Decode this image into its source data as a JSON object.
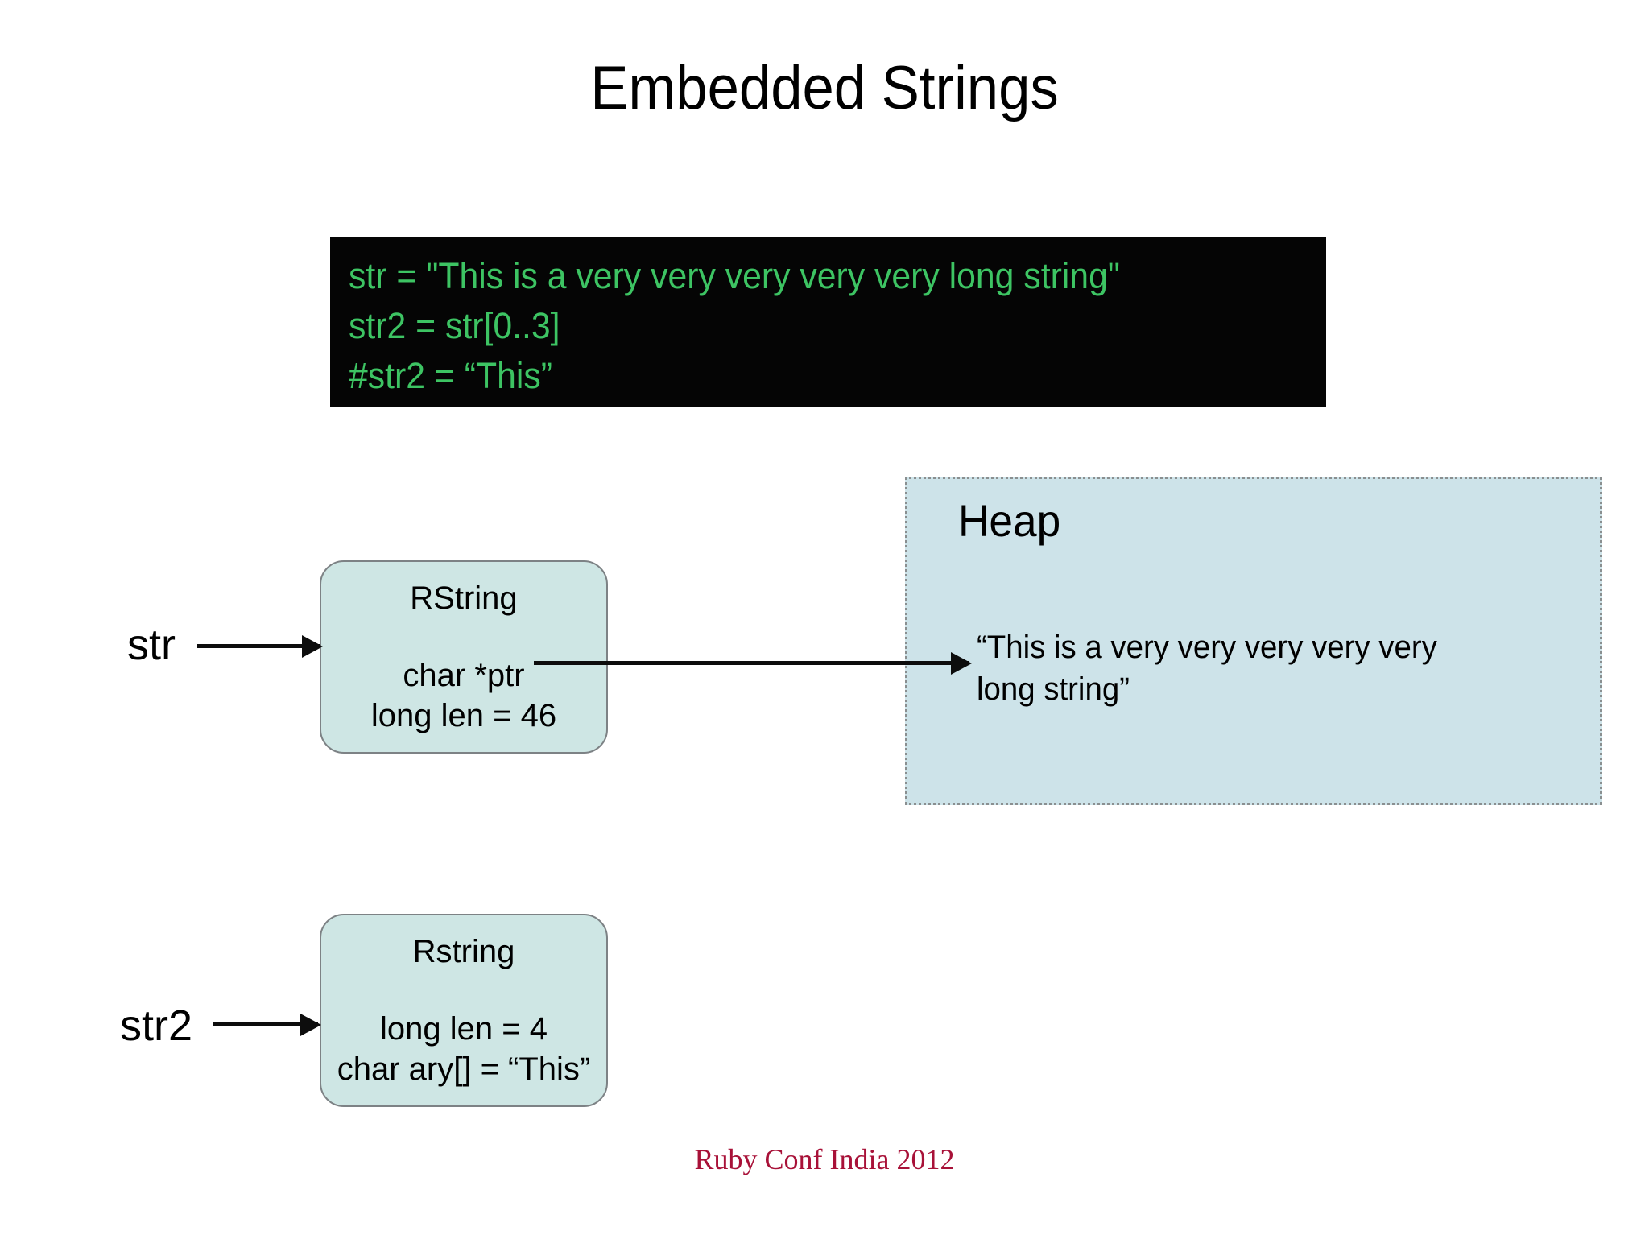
{
  "slide": {
    "title": "Embedded Strings",
    "footer": "Ruby Conf India 2012",
    "background_color": "#ffffff",
    "title_color": "#000000",
    "footer_color": "#a81138"
  },
  "code_block": {
    "background_color": "#050505",
    "text_color": "#3dc463",
    "lines": [
      "str = \"This is a very very very very very long string\"",
      "str2 = str[0..3]",
      "#str2 = “This”"
    ]
  },
  "heap": {
    "label": "Heap",
    "string_value": "“This is a very very very very very long string”",
    "fill_color": "#cde3e9",
    "border_color": "#8a8f90",
    "border_style": "dotted"
  },
  "objects": [
    {
      "id": "rstring-1",
      "title": "RString",
      "fields": [
        "char *ptr",
        "long len = 46"
      ],
      "fill_color": "#cee6e4",
      "border_color": "#7d8285"
    },
    {
      "id": "rstring-2",
      "title": "Rstring",
      "fields": [
        "long len = 4",
        "char ary[] = “This”"
      ],
      "fill_color": "#cee6e4",
      "border_color": "#7d8285"
    }
  ],
  "variables": [
    {
      "name": "str"
    },
    {
      "name": "str2"
    }
  ],
  "arrows": [
    {
      "from": "str",
      "to": "rstring-1"
    },
    {
      "from": "str2",
      "to": "rstring-2"
    },
    {
      "from": "rstring-1.char *ptr",
      "to": "heap.string_value"
    }
  ]
}
